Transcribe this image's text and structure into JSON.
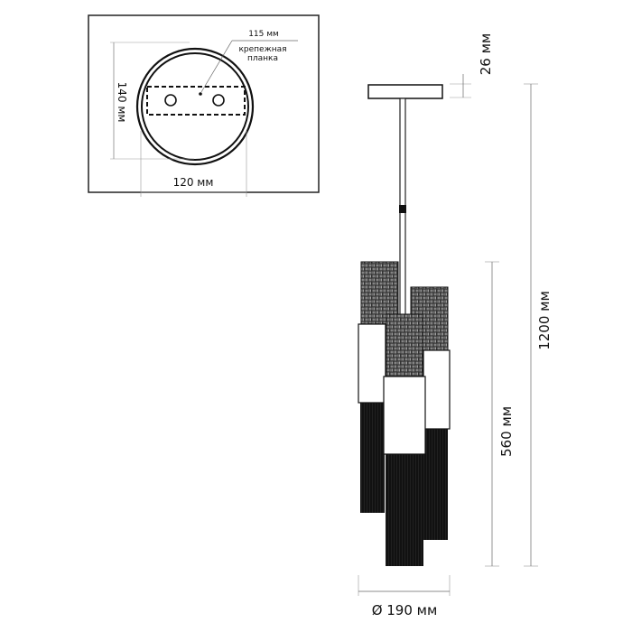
{
  "mount_plate_view": {
    "label_115": "115 мм",
    "label_bracket_line1": "крепежная",
    "label_bracket_line2": "планка",
    "label_140": "140 мм",
    "label_120": "120 мм"
  },
  "dimensions": {
    "canopy_height": "26 мм",
    "total_height": "1200 мм",
    "shade_height": "560 мм",
    "diameter": "Ø 190 мм"
  }
}
